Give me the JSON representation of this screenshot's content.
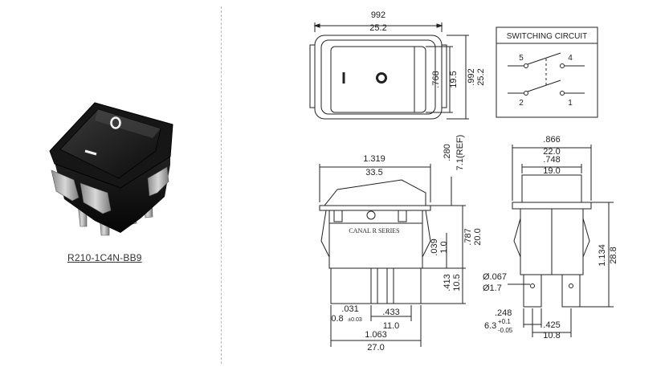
{
  "product": {
    "part_number": "R210-1C4N-BB9",
    "rocker_symbols": {
      "off": "O",
      "on": "I"
    }
  },
  "top_view": {
    "width_in": "992",
    "width_mm": "25.2",
    "rocker_in": ".768",
    "rocker_mm": "19.5",
    "height_in": ".992",
    "height_mm": "25.2",
    "symbol_on": "I",
    "symbol_off": "O"
  },
  "switching_circuit": {
    "title": "SWITCHING CIRCUIT",
    "terminals": [
      "5",
      "4",
      "2",
      "1"
    ]
  },
  "side_view": {
    "overall_in": "1.319",
    "overall_mm": "33.5",
    "rocker_travel_in": ".280",
    "rocker_travel_mm": "7.1(REF)",
    "brand_text": "CANAL R SERIES",
    "body_in": ".787",
    "body_mm": "20.0",
    "panel_in": ".039",
    "panel_mm": "1.0",
    "terminal_len_in": ".413",
    "terminal_len_mm": "10.5",
    "terminal_thk_in": ".031",
    "terminal_thk_mm": "0.8",
    "terminal_thk_tol": "±0.03",
    "terminal_pitch_in": ".433",
    "terminal_pitch_mm": "11.0",
    "base_in": "1.063",
    "base_mm": "27.0"
  },
  "front_view": {
    "width_in": ".866",
    "width_mm": "22.0",
    "body_in": ".748",
    "body_mm": "19.0",
    "height_in": "1.134",
    "height_mm": "28.8",
    "hole_in": "Ø.067",
    "hole_mm": "Ø1.7",
    "tab_in": ".248",
    "tab_mm": "6.3",
    "tab_tol_plus": "+0.1",
    "tab_tol_minus": "-0.05",
    "spacing_in": ".425",
    "spacing_mm": "10.8"
  }
}
